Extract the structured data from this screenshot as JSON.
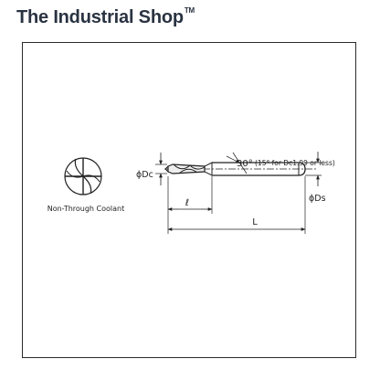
{
  "header": {
    "brand": "The Industrial Shop",
    "trademark": "TM"
  },
  "drawing": {
    "end_view_caption": "Non-Through Coolant",
    "labels": {
      "cutting_diameter": "ϕDc",
      "shank_diameter": "ϕDs",
      "flute_length": "ℓ",
      "overall_length": "L",
      "angle": "30°",
      "angle_note": "(15° for Dc1.99 or less)"
    }
  }
}
